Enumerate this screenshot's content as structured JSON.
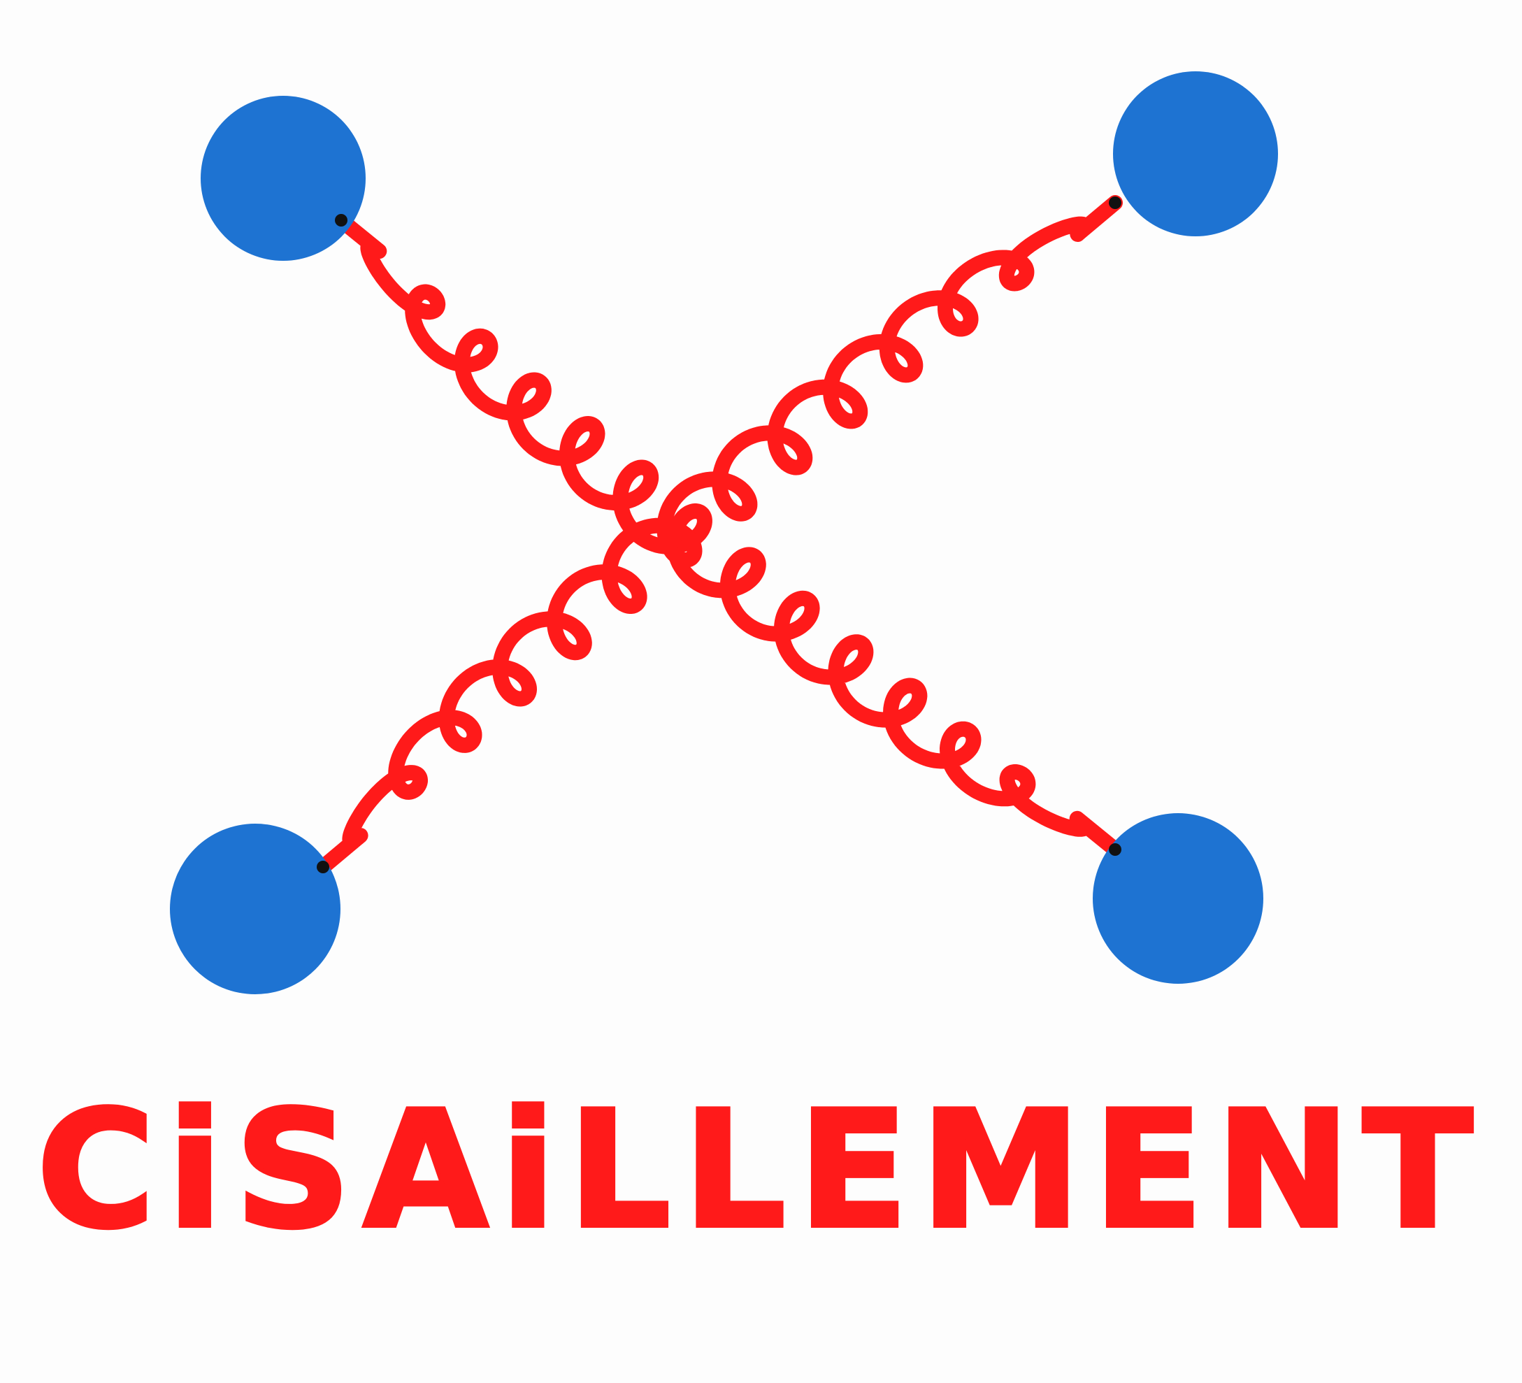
{
  "caption": "CiSAiLLEMENT",
  "colors": {
    "background": "#fdfdfd",
    "spring": "#ff1a1a",
    "atom": "#1e73d2",
    "attachment": "#111111",
    "caption": "#ff1a1a"
  },
  "molecule": {
    "atoms": 4,
    "springs": 2,
    "spring_coils": 13
  }
}
